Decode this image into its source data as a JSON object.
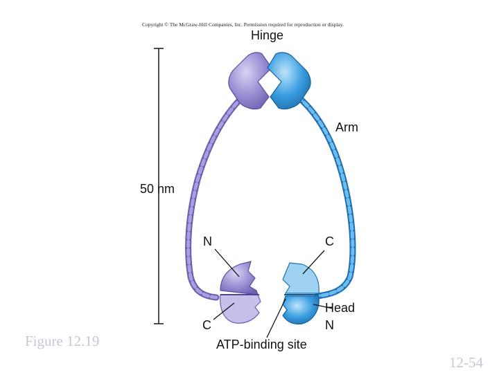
{
  "copyright": "Copyright © The McGraw-Hill Companies, Inc. Permission required for reproduction or display.",
  "labels": {
    "hinge": "Hinge",
    "arm": "Arm",
    "scale": "50 nm",
    "n_left": "N",
    "c_right": "C",
    "c_left": "C",
    "head": "Head",
    "n_right": "N",
    "atp_site": "ATP-binding site"
  },
  "figure_label": "Figure 12.19",
  "slide_number": "12-54",
  "colors": {
    "purple": "#8b7fc9",
    "purple_dark": "#6a5fae",
    "purple_light": "#c8c0ea",
    "blue": "#2f8fd6",
    "blue_dark": "#1f6fb0",
    "blue_light": "#9fd2f2"
  }
}
